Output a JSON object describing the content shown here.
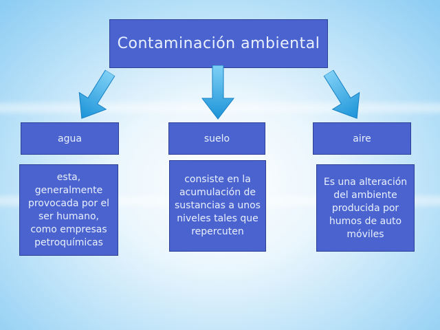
{
  "title": "Contaminación  ambiental",
  "categories": [
    {
      "label": "agua",
      "description": "esta, generalmente provocada por el ser humano, como empresas petroquímicas"
    },
    {
      "label": "suelo",
      "description": "consiste en la acumulación de sustancias a unos niveles tales que repercuten"
    },
    {
      "label": "aire",
      "description": "Es una alteración del ambiente producida por humos de auto móviles"
    }
  ],
  "colors": {
    "box_fill": "#4a63cf",
    "box_border": "#2c3f95",
    "arrow": "#2aa6e0",
    "text": "#e9f0ff"
  }
}
